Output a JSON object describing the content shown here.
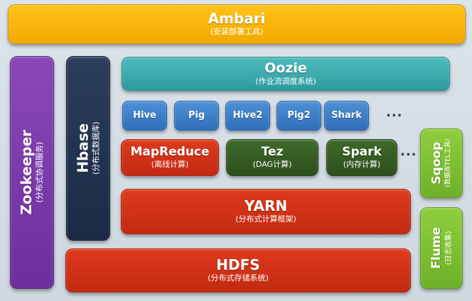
{
  "diagram": {
    "ambari": {
      "name": "Ambari",
      "sub": "(安装部署工具)"
    },
    "zookeeper": {
      "name": "Zookeeper",
      "sub": "(分布式协调服务)"
    },
    "hbase": {
      "name": "Hbase",
      "sub": "(分布式数据库)"
    },
    "oozie": {
      "name": "Oozie",
      "sub": "(作业流调度系统)"
    },
    "engines": [
      "Hive",
      "Pig",
      "Hive2",
      "Pig2",
      "Shark"
    ],
    "engines_more": "...",
    "mapreduce": {
      "name": "MapReduce",
      "sub": "(离线计算)"
    },
    "tez": {
      "name": "Tez",
      "sub": "(DAG计算)"
    },
    "spark": {
      "name": "Spark",
      "sub": "(内存计算)"
    },
    "compute_more": "...",
    "sqoop": {
      "name": "Sqoop",
      "sub": "(数据库TEL工具)"
    },
    "yarn": {
      "name": "YARN",
      "sub": "(分布式计算框架)"
    },
    "flume": {
      "name": "Flume",
      "sub": "(日志收集)"
    },
    "hdfs": {
      "name": "HDFS",
      "sub": "(分布式存储系统)"
    },
    "colors": {
      "ambari": "#f2a900",
      "oozie": "#2e9a9e",
      "engine": "#2f6fb8",
      "red": "#c22a10",
      "dark_green": "#2c4f1c",
      "light_green": "#6fb02a",
      "purple": "#6d2f9c",
      "navy": "#1b2a44"
    }
  }
}
